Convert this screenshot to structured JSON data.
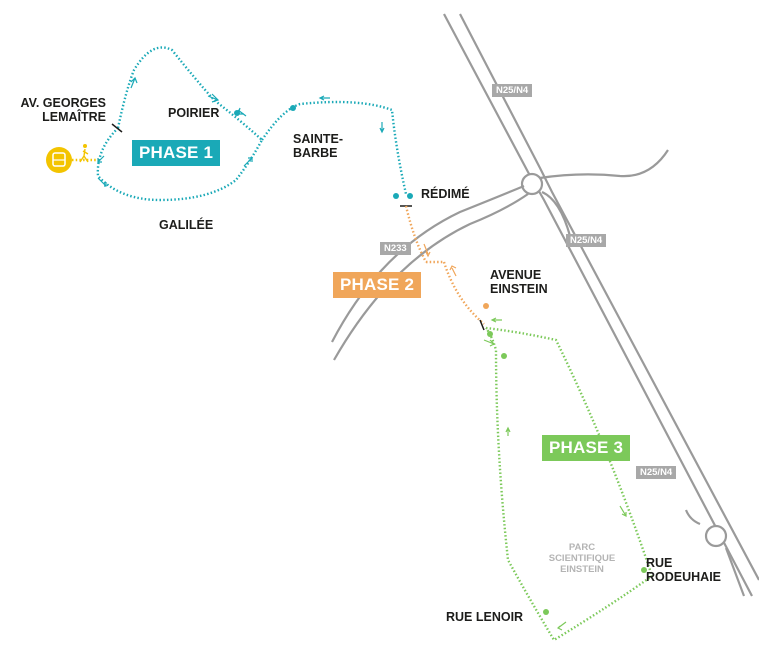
{
  "colors": {
    "phase1": "#1aa9b7",
    "phase2": "#f0a65a",
    "phase3": "#7cc95a",
    "road": "#9a9a9a",
    "tram_stop": "#f3c400"
  },
  "phases": {
    "phase1": "PHASE 1",
    "phase2": "PHASE 2",
    "phase3": "PHASE 3"
  },
  "stops": {
    "lemaitre": "AV. GEORGES\nLEMAÎTRE",
    "poirier": "POIRIER",
    "galilee": "GALILÉE",
    "sainte_barbe": "SAINTE-\nBARBE",
    "redime": "RÉDIMÉ",
    "einstein": "AVENUE\nEINSTEIN",
    "rodeuhaie": "RUE\nRODEUHAIE",
    "lenoir": "RUE LENOIR"
  },
  "roads": {
    "n25_top": "N25/N4",
    "n25_mid": "N25/N4",
    "n25_bottom": "N25/N4",
    "n233": "N233"
  },
  "park": "PARC\nSCIENTIFIQUE\nEINSTEIN",
  "icons": {
    "tram_stop": "tram-icon",
    "walker": "pedestrian-icon"
  }
}
